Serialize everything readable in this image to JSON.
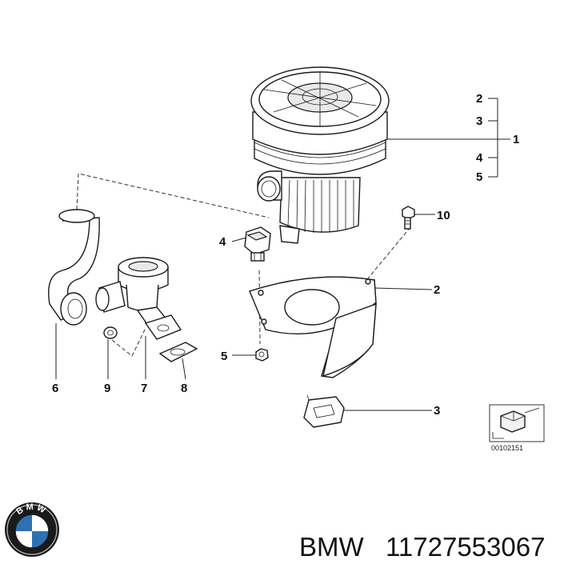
{
  "callouts": {
    "top_2": "2",
    "top_3": "3",
    "top_1": "1",
    "top_4": "4",
    "top_5": "5",
    "bolt_10": "10",
    "connector_4": "4",
    "bracket_2": "2",
    "nut_5": "5",
    "clip_3": "3",
    "hose_6": "6",
    "gasket_9": "9",
    "valve_7": "7",
    "gasket_8": "8"
  },
  "reference_code": "00102151",
  "caption": {
    "brand": "BMW",
    "part_number": "11727553067"
  },
  "logo_text": "BMW"
}
